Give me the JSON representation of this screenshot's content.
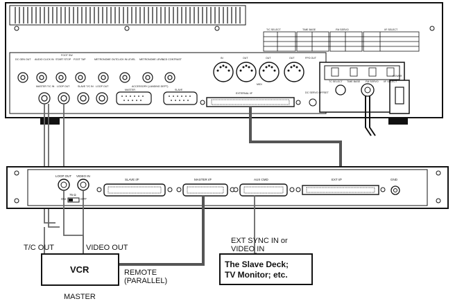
{
  "recorder": {
    "jack_labels": [
      "DC GEN OUT",
      "AUDIO CLICK IN",
      "START STOP",
      "FOOT TAP",
      "METRONOME OUT",
      "CLICK IN LEVEL",
      "METRONOME LEVEL",
      "LCD CONTRAST"
    ],
    "footsw_label": "FOOT SW",
    "master_tc_in": "MASTER T/C IN",
    "loop_out": "LOOP OUT",
    "slave_tc_in": "SLAVE T/C IN",
    "slave_loop_out": "LOOP OUT",
    "accessory_label": "ACCESSORY (LANDING DEPT)",
    "master_label": "MASTER",
    "slave_label": "SLAVE",
    "midi_in": "IN",
    "midi_out": "OUT",
    "midi_out2": "OUT",
    "midi_out3": "OUT",
    "fpo_out": "FPO OUT",
    "midi_label": "MIDI",
    "ext_if": "EXTERNAL I/F",
    "dc_servo": "DC SERVO OFFSET",
    "sw_labels": [
      "TC SELECT",
      "TIME BASE",
      "FM SERVO",
      "I/F SELECT"
    ],
    "power": "POWER",
    "top_labels": [
      "T/C SELECT",
      "TIME BASE",
      "FM SERVO",
      "I/F SELECT"
    ]
  },
  "rack": {
    "loop_out": "LOOP OUT",
    "video_in": "VIDEO IN",
    "ohm": "75 Ω",
    "on": "ON",
    "off": "OFF",
    "slave_if": "SLAVE I/F",
    "master_if": "MASTER I/F",
    "aux_cmd": "AUX CMD",
    "ext_if": "EXT I/F",
    "gnd": "GND"
  },
  "labels": {
    "tc_out": "T/C OUT",
    "video_out": "VIDEO OUT",
    "ext_sync_line1": "EXT SYNC IN or",
    "ext_sync_line2": "VIDEO IN",
    "remote_line1": "REMOTE",
    "remote_line2": "(PARALLEL)",
    "master": "MASTER"
  },
  "boxes": {
    "vcr": "VCR",
    "slave_line1": "The Slave Deck;",
    "slave_line2": "TV Monitor; etc."
  }
}
